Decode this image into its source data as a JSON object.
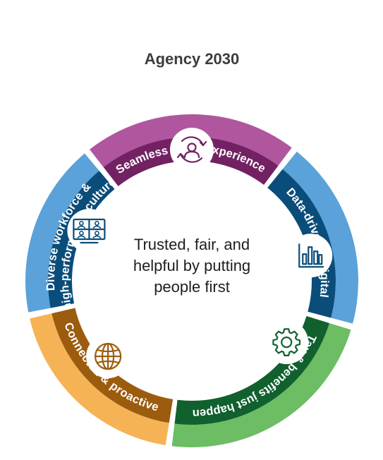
{
  "title": "Agency 2030",
  "center": {
    "lines": [
      "Trusted, fair, and",
      "helpful by putting",
      "people first"
    ]
  },
  "segments": [
    {
      "id": "seamless",
      "label": "Seamless client experience",
      "icon": "client-refresh-icon",
      "outer_color": "#b0569f",
      "inner_color": "#722262",
      "icon_color": "#722262"
    },
    {
      "id": "data",
      "label": "Data-driven & digital",
      "icon": "bar-chart-icon",
      "outer_color": "#5aa2d9",
      "inner_color": "#0b4d7a",
      "icon_color": "#0b4d7a"
    },
    {
      "id": "tax",
      "label": "Tax & benefits just happen",
      "icon": "gear-icon",
      "outer_color": "#6cbd63",
      "inner_color": "#10612e",
      "icon_color": "#10612e"
    },
    {
      "id": "connected",
      "label": "Connected & proactive",
      "icon": "globe-icon",
      "outer_color": "#f6b356",
      "inner_color": "#9c5c0d",
      "icon_color": "#9c5c0d"
    },
    {
      "id": "diverse",
      "label": [
        "Diverse workforce &",
        "high-performance culture"
      ],
      "icon": "video-team-icon",
      "outer_color": "#5aa2d9",
      "inner_color": "#0b4d7a",
      "icon_color": "#0b4d7a"
    }
  ]
}
